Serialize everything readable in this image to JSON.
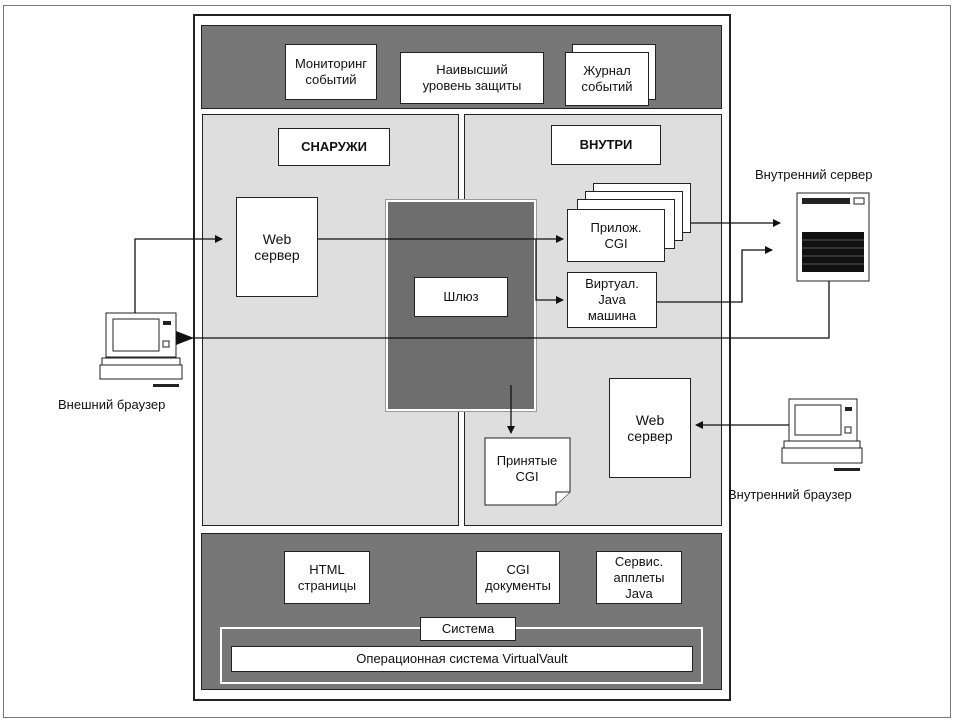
{
  "top_band": {
    "event_monitoring": "Мониторинг\nсобытий",
    "highest_security": "Наивысший\nуровень защиты",
    "event_log": "Журнал\nсобытий"
  },
  "outside": {
    "title": "СНАРУЖИ",
    "web_server": "Web\nсервер"
  },
  "inside": {
    "title": "ВНУТРИ",
    "cgi_apps": "Прилож.\nCGI",
    "java_vm": "Виртуал.\nJava\nмашина",
    "web_server": "Web\nсервер"
  },
  "gateway": "Шлюз",
  "accepted_cgi": "Принятые\nCGI",
  "external_browser": "Внешний браузер",
  "internal_server": "Внутренний сервер",
  "internal_browser": "Внутренний браузер",
  "bottom_band": {
    "html_pages": "HTML\nстраницы",
    "cgi_docs": "CGI\nдокументы",
    "java_applets": "Сервис.\nапплеты\nJava",
    "system": "Система",
    "os": "Операционная система VirtualVault"
  }
}
